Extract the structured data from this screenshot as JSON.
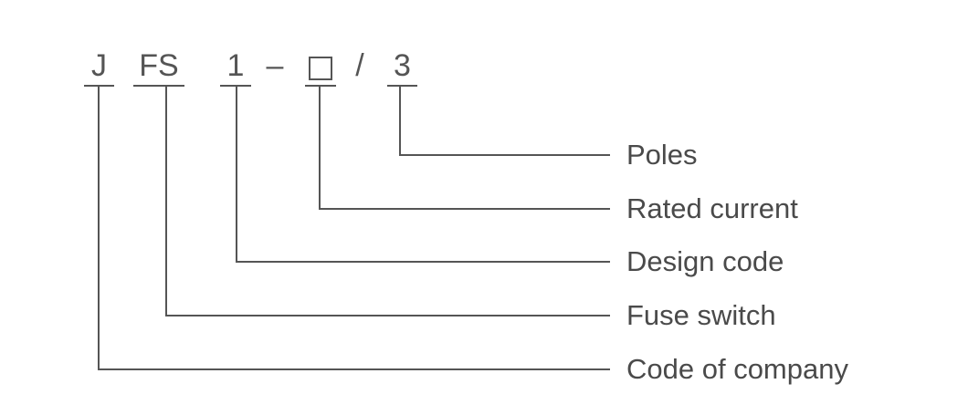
{
  "code": {
    "company": "J",
    "fuse_switch": "FS",
    "design": "1",
    "dash": "–",
    "slash": "/",
    "poles": "3"
  },
  "labels": {
    "poles": "Poles",
    "rated_current": "Rated current",
    "design_code": "Design code",
    "fuse_switch": "Fuse switch",
    "company": "Code of company"
  },
  "colors": {
    "line": "#555555",
    "text": "#4a4a4a"
  }
}
